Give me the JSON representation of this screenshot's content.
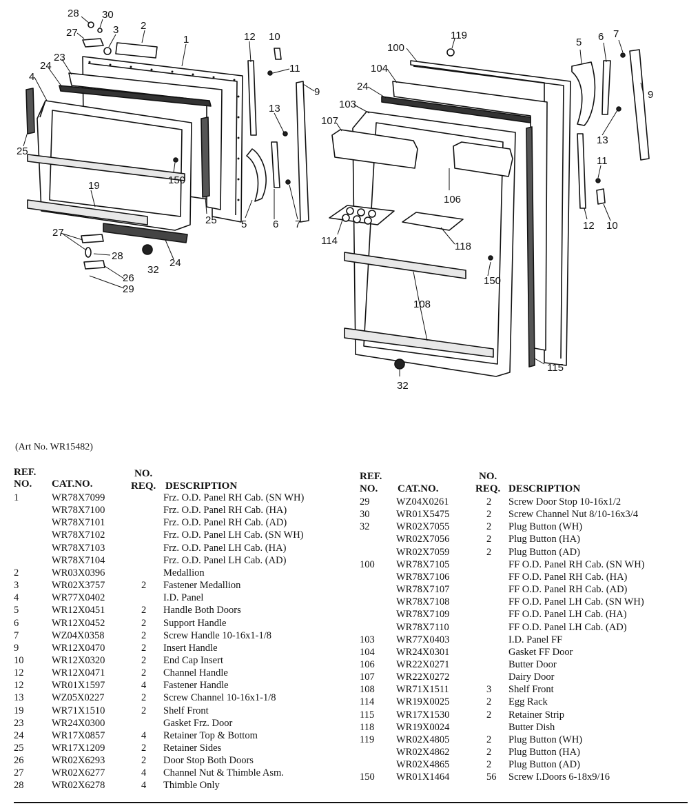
{
  "callouts": {
    "n28a": "28",
    "n30": "30",
    "n27a": "27",
    "n3": "3",
    "n2": "2",
    "n1": "1",
    "n23": "23",
    "n24a": "24",
    "n4": "4",
    "n25a": "25",
    "n19": "19",
    "n150a": "150",
    "n25b": "25",
    "n12a": "12",
    "n10a": "10",
    "n11a": "11",
    "n9a": "9",
    "n13a": "13",
    "n5a": "5",
    "n6a": "6",
    "n7a": "7",
    "n27b": "27",
    "n28b": "28",
    "n26": "26",
    "n29": "29",
    "n32a": "32",
    "n24b": "24",
    "n119": "119",
    "n100": "100",
    "n104": "104",
    "n24c": "24",
    "n103": "103",
    "n107": "107",
    "n106": "106",
    "n114": "114",
    "n118": "118",
    "n150b": "150",
    "n108": "108",
    "n115": "115",
    "n32b": "32",
    "n5b": "5",
    "n6b": "6",
    "n7b": "7",
    "n9b": "9",
    "n13b": "13",
    "n11b": "11",
    "n12b": "12",
    "n10b": "10"
  },
  "art_no": "(Art No. WR15482)",
  "headers": {
    "ref_top": "REF.",
    "ref_bottom": "NO.",
    "cat": "CAT.NO.",
    "req_top": "NO.",
    "req_bottom": "REQ.",
    "desc": "DESCRIPTION"
  },
  "left_rows": [
    {
      "ref": "1",
      "cat": "WR78X7099",
      "req": "",
      "desc": "Frz. O.D. Panel RH Cab. (SN WH)"
    },
    {
      "ref": "",
      "cat": "WR78X7100",
      "req": "",
      "desc": "Frz. O.D. Panel RH Cab. (HA)"
    },
    {
      "ref": "",
      "cat": "WR78X7101",
      "req": "",
      "desc": "Frz. O.D. Panel RH Cab. (AD)"
    },
    {
      "ref": "",
      "cat": "WR78X7102",
      "req": "",
      "desc": "Frz. O.D. Panel LH Cab. (SN WH)"
    },
    {
      "ref": "",
      "cat": "WR78X7103",
      "req": "",
      "desc": "Frz. O.D. Panel LH Cab. (HA)"
    },
    {
      "ref": "",
      "cat": "WR78X7104",
      "req": "",
      "desc": "Frz. O.D. Panel LH Cab. (AD)"
    },
    {
      "ref": "2",
      "cat": "WR03X0396",
      "req": "",
      "desc": "Medallion"
    },
    {
      "ref": "3",
      "cat": "WR02X3757",
      "req": "2",
      "desc": "Fastener Medallion"
    },
    {
      "ref": "4",
      "cat": "WR77X0402",
      "req": "",
      "desc": "I.D. Panel"
    },
    {
      "ref": "5",
      "cat": "WR12X0451",
      "req": "2",
      "desc": "Handle Both Doors"
    },
    {
      "ref": "6",
      "cat": "WR12X0452",
      "req": "2",
      "desc": "Support Handle"
    },
    {
      "ref": "7",
      "cat": "WZ04X0358",
      "req": "2",
      "desc": "Screw Handle 10-16x1-1/8"
    },
    {
      "ref": "9",
      "cat": "WR12X0470",
      "req": "2",
      "desc": "Insert Handle"
    },
    {
      "ref": "10",
      "cat": "WR12X0320",
      "req": "2",
      "desc": "End Cap Insert"
    },
    {
      "ref": "12",
      "cat": "WR12X0471",
      "req": "2",
      "desc": "Channel Handle"
    },
    {
      "ref": "12",
      "cat": "WR01X1597",
      "req": "4",
      "desc": "Fastener Handle"
    },
    {
      "ref": "13",
      "cat": "WZ05X0227",
      "req": "2",
      "desc": "Screw Channel 10-16x1-1/8"
    },
    {
      "ref": "19",
      "cat": "WR71X1510",
      "req": "2",
      "desc": "Shelf Front"
    },
    {
      "ref": "23",
      "cat": "WR24X0300",
      "req": "",
      "desc": "Gasket Frz. Door"
    },
    {
      "ref": "24",
      "cat": "WR17X0857",
      "req": "4",
      "desc": "Retainer Top & Bottom"
    },
    {
      "ref": "25",
      "cat": "WR17X1209",
      "req": "2",
      "desc": "Retainer Sides"
    },
    {
      "ref": "26",
      "cat": "WR02X6293",
      "req": "2",
      "desc": "Door Stop Both Doors"
    },
    {
      "ref": "27",
      "cat": "WR02X6277",
      "req": "4",
      "desc": "Channel Nut & Thimble Asm."
    },
    {
      "ref": "28",
      "cat": "WR02X6278",
      "req": "4",
      "desc": "Thimble Only"
    }
  ],
  "right_rows": [
    {
      "ref": "29",
      "cat": "WZ04X0261",
      "req": "2",
      "desc": "Screw Door Stop 10-16x1/2"
    },
    {
      "ref": "30",
      "cat": "WR01X5475",
      "req": "2",
      "desc": "Screw Channel Nut 8/10-16x3/4"
    },
    {
      "ref": "32",
      "cat": "WR02X7055",
      "req": "2",
      "desc": "Plug Button (WH)"
    },
    {
      "ref": "",
      "cat": "WR02X7056",
      "req": "2",
      "desc": "Plug Button (HA)"
    },
    {
      "ref": "",
      "cat": "WR02X7059",
      "req": "2",
      "desc": "Plug Button (AD)"
    },
    {
      "ref": "100",
      "cat": "WR78X7105",
      "req": "",
      "desc": "FF O.D. Panel RH Cab. (SN WH)"
    },
    {
      "ref": "",
      "cat": "WR78X7106",
      "req": "",
      "desc": "FF O.D. Panel RH Cab. (HA)"
    },
    {
      "ref": "",
      "cat": "WR78X7107",
      "req": "",
      "desc": "FF O.D. Panel RH Cab. (AD)"
    },
    {
      "ref": "",
      "cat": "WR78X7108",
      "req": "",
      "desc": "FF O.D. Panel LH Cab. (SN WH)"
    },
    {
      "ref": "",
      "cat": "WR78X7109",
      "req": "",
      "desc": "FF O.D. Panel LH Cab. (HA)"
    },
    {
      "ref": "",
      "cat": "WR78X7110",
      "req": "",
      "desc": "FF O.D. Panel LH Cab. (AD)"
    },
    {
      "ref": "103",
      "cat": "WR77X0403",
      "req": "",
      "desc": "I.D. Panel FF"
    },
    {
      "ref": "104",
      "cat": "WR24X0301",
      "req": "",
      "desc": "Gasket FF Door"
    },
    {
      "ref": "106",
      "cat": "WR22X0271",
      "req": "",
      "desc": "Butter Door"
    },
    {
      "ref": "107",
      "cat": "WR22X0272",
      "req": "",
      "desc": "Dairy Door"
    },
    {
      "ref": "108",
      "cat": "WR71X1511",
      "req": "3",
      "desc": "Shelf Front"
    },
    {
      "ref": "114",
      "cat": "WR19X0025",
      "req": "2",
      "desc": "Egg Rack"
    },
    {
      "ref": "115",
      "cat": "WR17X1530",
      "req": "2",
      "desc": "Retainer Strip"
    },
    {
      "ref": "118",
      "cat": "WR19X0024",
      "req": "",
      "desc": "Butter Dish"
    },
    {
      "ref": "119",
      "cat": "WR02X4805",
      "req": "2",
      "desc": "Plug Button (WH)"
    },
    {
      "ref": "",
      "cat": "WR02X4862",
      "req": "2",
      "desc": "Plug Button (HA)"
    },
    {
      "ref": "",
      "cat": "WR02X4865",
      "req": "2",
      "desc": "Plug Button (AD)"
    },
    {
      "ref": "150",
      "cat": "WR01X1464",
      "req": "56",
      "desc": "Screw I.Doors 6-18x9/16"
    }
  ]
}
